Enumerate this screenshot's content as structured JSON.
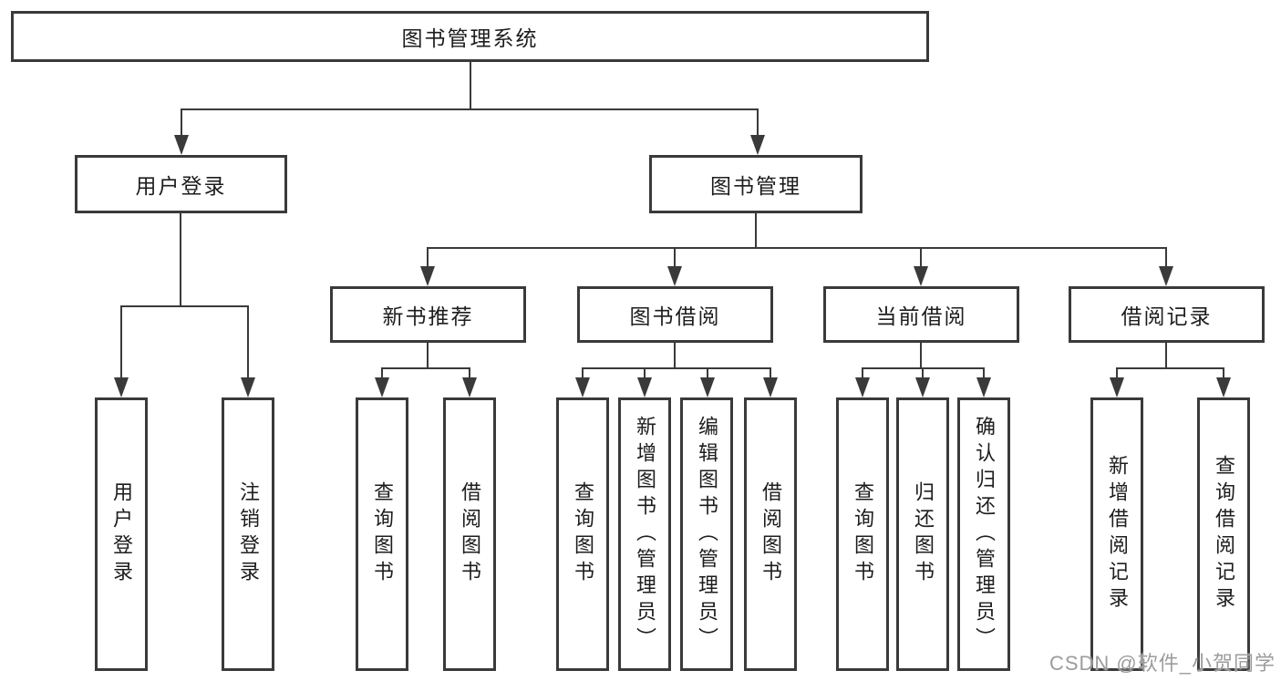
{
  "diagram": {
    "root": {
      "label": "图书管理系统"
    },
    "branches": [
      {
        "label": "用户登录",
        "children": [
          {
            "label": "用户登录"
          },
          {
            "label": "注销登录"
          }
        ]
      },
      {
        "label": "图书管理",
        "children": [
          {
            "label": "新书推荐",
            "children": [
              {
                "label": "查询图书"
              },
              {
                "label": "借阅图书"
              }
            ]
          },
          {
            "label": "图书借阅",
            "children": [
              {
                "label": "查询图书"
              },
              {
                "label": "新增图书（管理员）"
              },
              {
                "label": "编辑图书（管理员）"
              },
              {
                "label": "借阅图书"
              }
            ]
          },
          {
            "label": "当前借阅",
            "children": [
              {
                "label": "查询图书"
              },
              {
                "label": "归还图书"
              },
              {
                "label": "确认归还（管理员）"
              }
            ]
          },
          {
            "label": "借阅记录",
            "children": [
              {
                "label": "新增借阅记录"
              },
              {
                "label": "查询借阅记录"
              }
            ]
          }
        ]
      }
    ]
  },
  "watermark": {
    "text": "CSDN @软件_小贺同学"
  },
  "colors": {
    "line": "#3a3a3a",
    "text": "#1d1d1d",
    "watermark": "#9c9c9c",
    "background": "#ffffff"
  }
}
